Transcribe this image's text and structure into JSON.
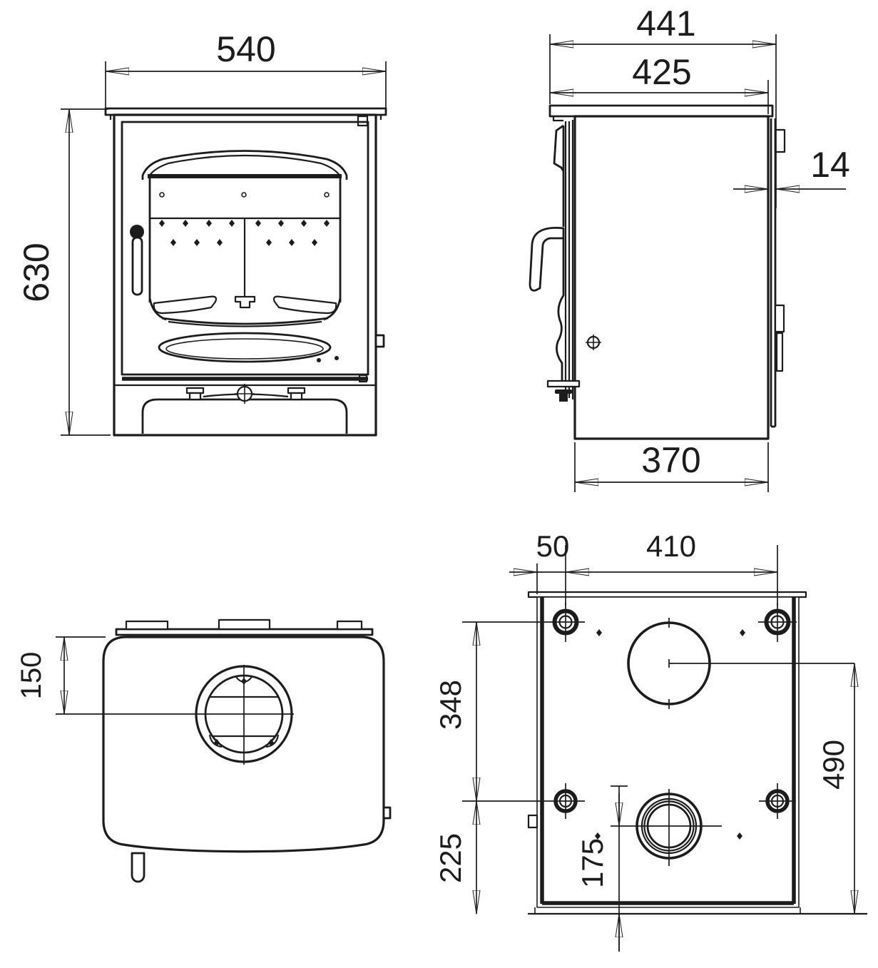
{
  "drawing": {
    "background_color": "#ffffff",
    "line_color": "#1c1c1c",
    "views": {
      "front": {
        "width": "540",
        "height": "630"
      },
      "side": {
        "overall_depth": "441",
        "depth_to_heat_shield": "425",
        "heat_shield_gap": "14",
        "body_depth": "370"
      },
      "top": {
        "flue_centre_from_rear": "150"
      },
      "rear": {
        "fixing_hole_side_offset": "50",
        "fixing_hole_spacing": "410",
        "fixing_hole_vertical_spacing": "348",
        "lower_fixing_height": "225",
        "lower_outlet_centre_height": "175",
        "flue_centre_height": "490"
      }
    }
  }
}
